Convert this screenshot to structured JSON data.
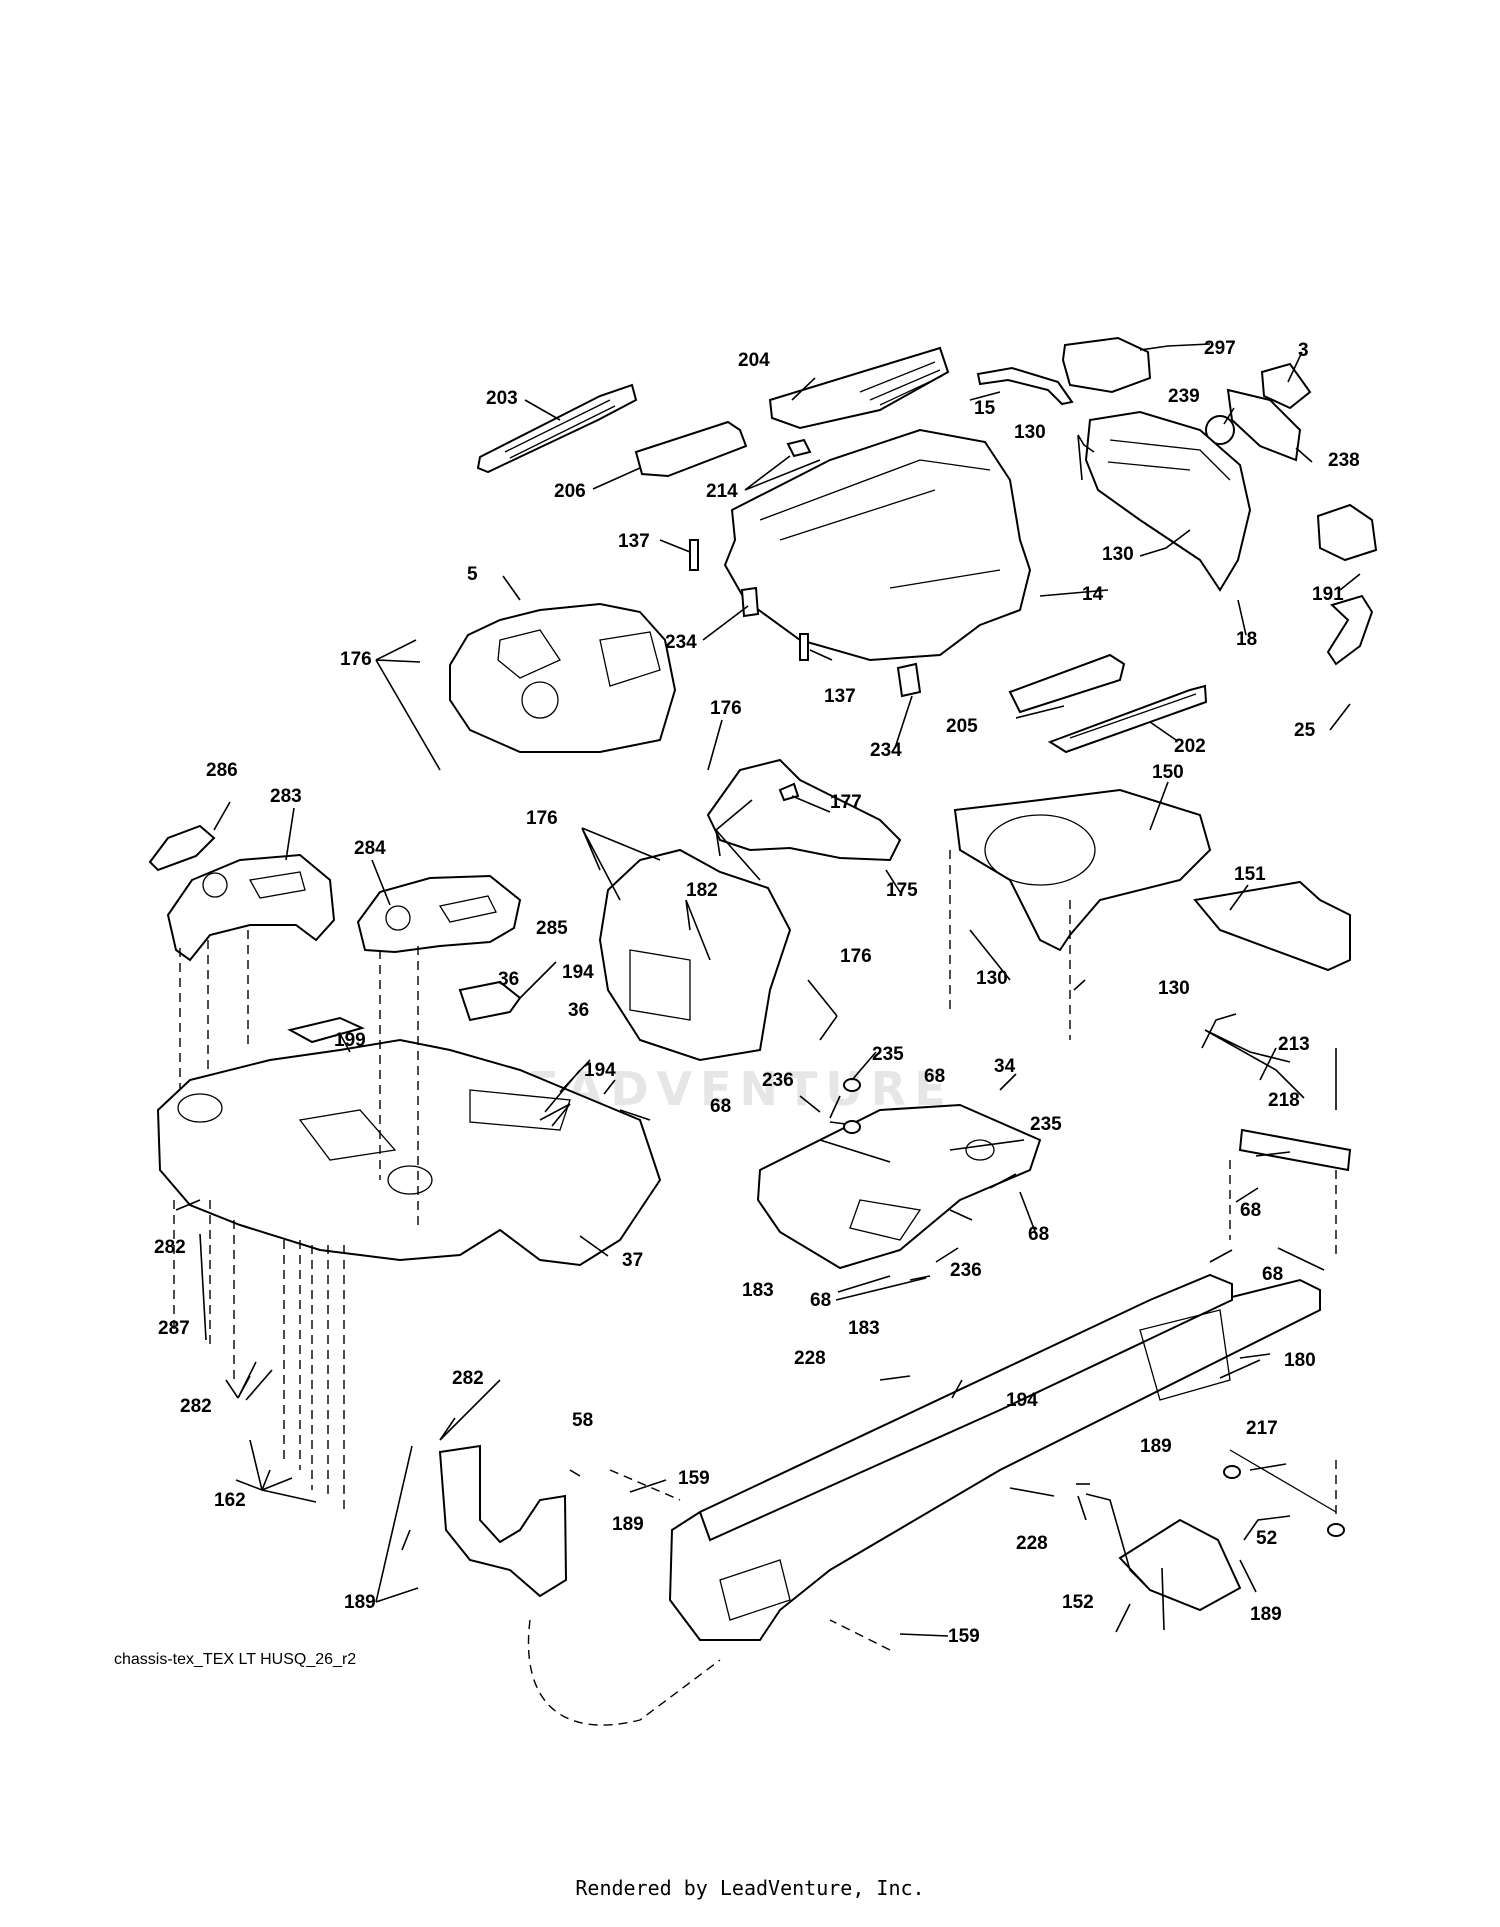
{
  "diagram": {
    "caption": "chassis-tex_TEX LT HUSQ_26_r2",
    "footer": "Rendered by LeadVenture, Inc.",
    "watermark": "LEADVENTURE",
    "callouts": [
      {
        "id": "c297",
        "label": "297"
      },
      {
        "id": "c3",
        "label": "3"
      },
      {
        "id": "c204",
        "label": "204"
      },
      {
        "id": "c203",
        "label": "203"
      },
      {
        "id": "c15",
        "label": "15"
      },
      {
        "id": "c239",
        "label": "239"
      },
      {
        "id": "c238",
        "label": "238"
      },
      {
        "id": "c130a",
        "label": "130"
      },
      {
        "id": "c206",
        "label": "206"
      },
      {
        "id": "c214",
        "label": "214"
      },
      {
        "id": "c137a",
        "label": "137"
      },
      {
        "id": "c130b",
        "label": "130"
      },
      {
        "id": "c191",
        "label": "191"
      },
      {
        "id": "c5",
        "label": "5"
      },
      {
        "id": "c14",
        "label": "14"
      },
      {
        "id": "c18",
        "label": "18"
      },
      {
        "id": "c176a",
        "label": "176"
      },
      {
        "id": "c234a",
        "label": "234"
      },
      {
        "id": "c137b",
        "label": "137"
      },
      {
        "id": "c25",
        "label": "25"
      },
      {
        "id": "c176b",
        "label": "176"
      },
      {
        "id": "c205",
        "label": "205"
      },
      {
        "id": "c202",
        "label": "202"
      },
      {
        "id": "c234b",
        "label": "234"
      },
      {
        "id": "c286",
        "label": "286"
      },
      {
        "id": "c283",
        "label": "283"
      },
      {
        "id": "c150",
        "label": "150"
      },
      {
        "id": "c177",
        "label": "177"
      },
      {
        "id": "c176c",
        "label": "176"
      },
      {
        "id": "c284",
        "label": "284"
      },
      {
        "id": "c151",
        "label": "151"
      },
      {
        "id": "c175",
        "label": "175"
      },
      {
        "id": "c182",
        "label": "182"
      },
      {
        "id": "c285",
        "label": "285"
      },
      {
        "id": "c176d",
        "label": "176"
      },
      {
        "id": "c130c",
        "label": "130"
      },
      {
        "id": "c130d",
        "label": "130"
      },
      {
        "id": "c194a",
        "label": "194"
      },
      {
        "id": "c36a",
        "label": "36"
      },
      {
        "id": "c36b",
        "label": "36"
      },
      {
        "id": "c199",
        "label": "199"
      },
      {
        "id": "c213",
        "label": "213"
      },
      {
        "id": "c235a",
        "label": "235"
      },
      {
        "id": "c194b",
        "label": "194"
      },
      {
        "id": "c236a",
        "label": "236"
      },
      {
        "id": "c68a",
        "label": "68"
      },
      {
        "id": "c34",
        "label": "34"
      },
      {
        "id": "c68b",
        "label": "68"
      },
      {
        "id": "c218",
        "label": "218"
      },
      {
        "id": "c235b",
        "label": "235"
      },
      {
        "id": "c68c",
        "label": "68"
      },
      {
        "id": "c68d",
        "label": "68"
      },
      {
        "id": "c282a",
        "label": "282"
      },
      {
        "id": "c37",
        "label": "37"
      },
      {
        "id": "c68e",
        "label": "68"
      },
      {
        "id": "c236b",
        "label": "236"
      },
      {
        "id": "c183a",
        "label": "183"
      },
      {
        "id": "c68f",
        "label": "68"
      },
      {
        "id": "c287",
        "label": "287"
      },
      {
        "id": "c183b",
        "label": "183"
      },
      {
        "id": "c282b",
        "label": "282"
      },
      {
        "id": "c228a",
        "label": "228"
      },
      {
        "id": "c180",
        "label": "180"
      },
      {
        "id": "c282c",
        "label": "282"
      },
      {
        "id": "c194c",
        "label": "194"
      },
      {
        "id": "c58",
        "label": "58"
      },
      {
        "id": "c217",
        "label": "217"
      },
      {
        "id": "c189a",
        "label": "189"
      },
      {
        "id": "c159a",
        "label": "159"
      },
      {
        "id": "c162",
        "label": "162"
      },
      {
        "id": "c189b",
        "label": "189"
      },
      {
        "id": "c228b",
        "label": "228"
      },
      {
        "id": "c52",
        "label": "52"
      },
      {
        "id": "c189c",
        "label": "189"
      },
      {
        "id": "c152",
        "label": "152"
      },
      {
        "id": "c189d",
        "label": "189"
      },
      {
        "id": "c159b",
        "label": "159"
      }
    ]
  }
}
